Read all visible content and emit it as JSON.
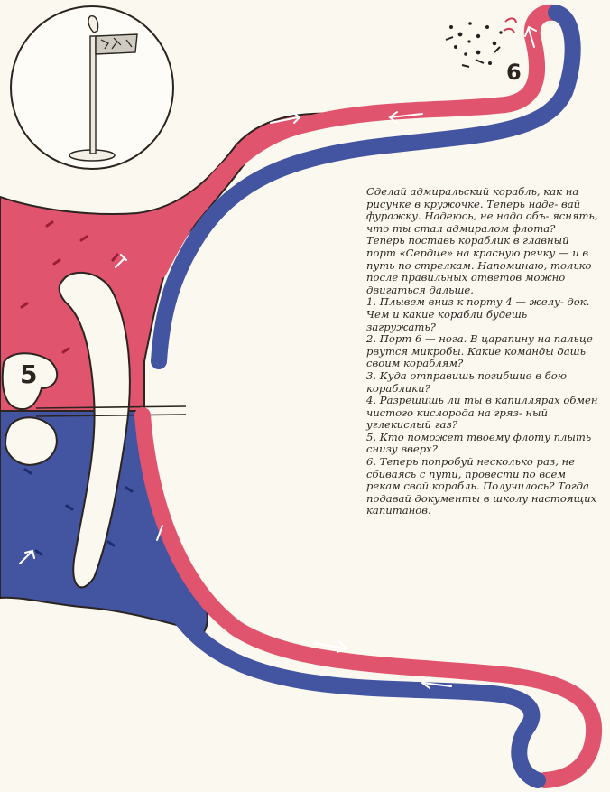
{
  "labels": {
    "port5": "5",
    "port6": "6"
  },
  "intro": [
    "Сделай адмиральский корабль, как на рисунке в кружочке. Теперь наде- вай фуражку. Надеюсь, не надо объ- яснять, что ты стал адмиралом флота?",
    "Теперь поставь кораблик в главный порт «Сердце» на красную речку — и в путь по стрелкам. Напоминаю, только после правильных ответов можно двигаться дальше."
  ],
  "questions": [
    "1. Плывем вниз к порту 4 — желу- док. Чем и какие корабли будешь загружать?",
    "2. Порт 6 — нога. В царапину на пальце рвутся микробы. Какие команды дашь своим кораблям?",
    "3. Куда отправишь погибшие в бою кораблики?",
    "4. Разрешишь ли ты в капиллярах обмен чистого кислорода на гряз- ный углекислый газ?",
    "5. Кто поможет твоему флоту плыть снизу вверх?",
    "6. Теперь попробуй несколько раз, не сбиваясь с пути, провести по всем рекам свой корабль. Получилось? Тогда подавай документы в школу настоящих капитанов."
  ],
  "colors": {
    "paper": "#fbf8ef",
    "red": "#e0546e",
    "blue": "#4354a0",
    "outline": "#2b2420"
  }
}
